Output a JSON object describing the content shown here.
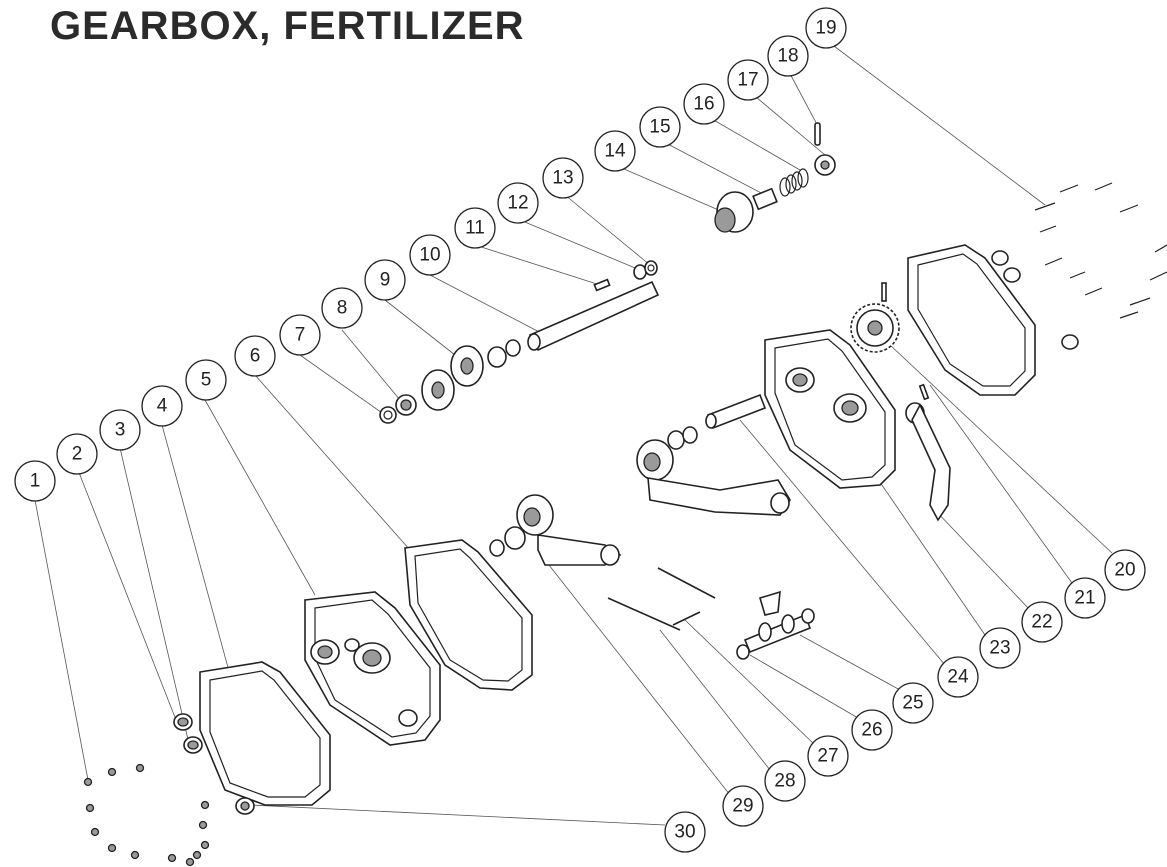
{
  "diagram": {
    "title": "GEARBOX, FERTILIZER",
    "callouts": [
      {
        "number": "1"
      },
      {
        "number": "2"
      },
      {
        "number": "3"
      },
      {
        "number": "4"
      },
      {
        "number": "5"
      },
      {
        "number": "6"
      },
      {
        "number": "7"
      },
      {
        "number": "8"
      },
      {
        "number": "9"
      },
      {
        "number": "10"
      },
      {
        "number": "11"
      },
      {
        "number": "12"
      },
      {
        "number": "13"
      },
      {
        "number": "14"
      },
      {
        "number": "15"
      },
      {
        "number": "16"
      },
      {
        "number": "17"
      },
      {
        "number": "18"
      },
      {
        "number": "19"
      },
      {
        "number": "20"
      },
      {
        "number": "21"
      },
      {
        "number": "22"
      },
      {
        "number": "23"
      },
      {
        "number": "24"
      },
      {
        "number": "25"
      },
      {
        "number": "26"
      },
      {
        "number": "27"
      },
      {
        "number": "28"
      },
      {
        "number": "29"
      },
      {
        "number": "30"
      }
    ],
    "line_color": "#222222",
    "background_color": "#ffffff"
  }
}
